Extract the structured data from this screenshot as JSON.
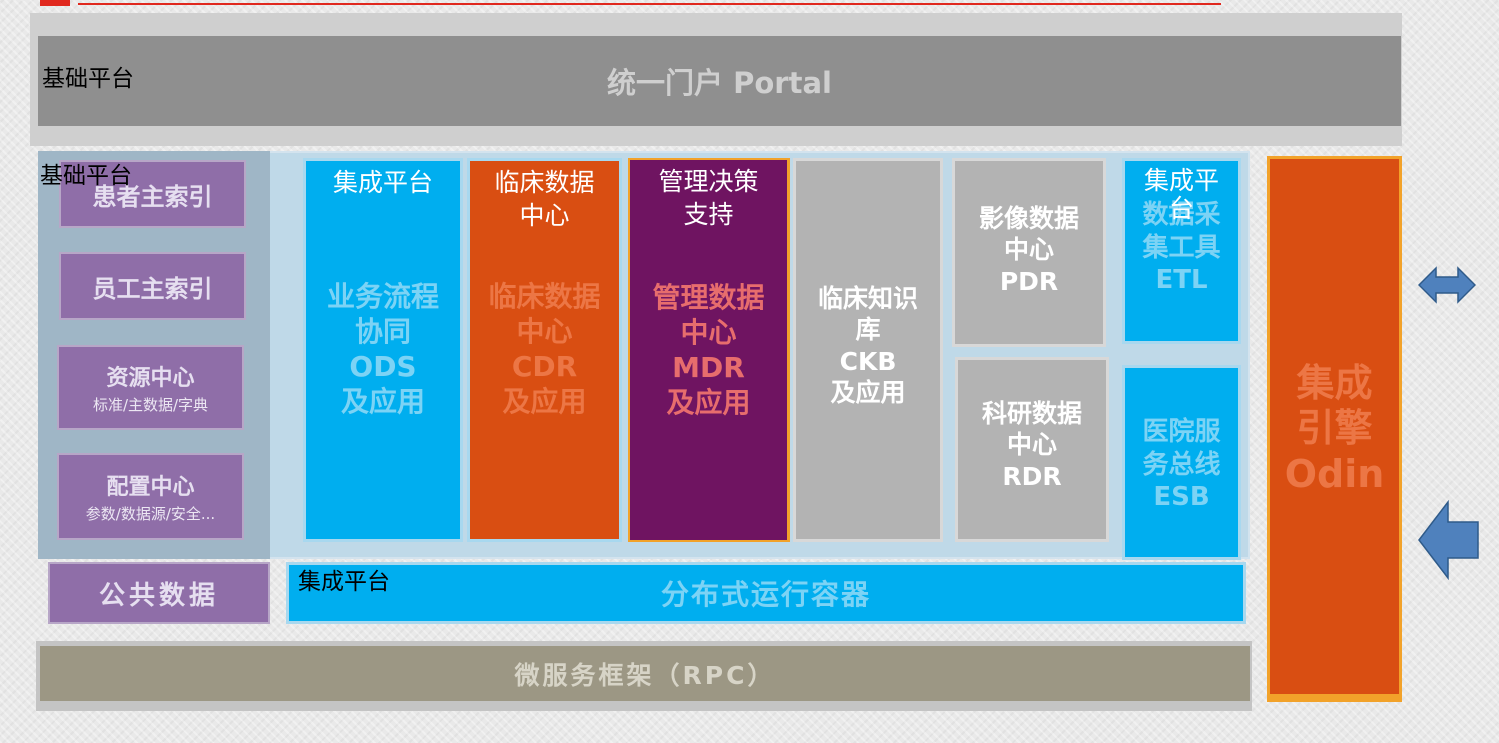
{
  "portal": {
    "title": "统一门户 Portal"
  },
  "tags": {
    "basic_platform_1": "基础平台",
    "basic_platform_2": "基础平台",
    "integration_platform_1": "集成平台",
    "integration_platform_2": "集成平台",
    "integration_platform_3": "集成平台"
  },
  "left_column": {
    "patient_index": "患者主索引",
    "staff_index": "员工主索引",
    "resource_center": {
      "title": "资源中心",
      "subtitle": "标准/主数据/字典"
    },
    "config_center": {
      "title": "配置中心",
      "subtitle": "参数/数据源/安全..."
    },
    "public_data": "公共数据"
  },
  "columns": {
    "ods": {
      "lines": [
        "业务流程",
        "协同",
        "ODS",
        "及应用"
      ]
    },
    "cdr": {
      "header": [
        "临床数据",
        "中心"
      ],
      "lines": [
        "临床数据",
        "中心",
        "CDR",
        "及应用"
      ]
    },
    "mdr": {
      "header": [
        "管理决策",
        "支持"
      ],
      "lines": [
        "管理数据",
        "中心",
        "MDR",
        "及应用"
      ]
    },
    "ckb": {
      "lines": [
        "临床知识",
        "库",
        "CKB",
        "及应用"
      ]
    },
    "pdr": {
      "lines": [
        "影像数据",
        "中心",
        "PDR"
      ]
    },
    "rdr": {
      "lines": [
        "科研数据",
        "中心",
        "RDR"
      ]
    },
    "etl": {
      "lines": [
        "数据采",
        "集工具",
        "ETL"
      ],
      "header": [
        "集成平",
        "台"
      ]
    },
    "esb": {
      "lines": [
        "医院服",
        "务总线",
        "ESB"
      ]
    }
  },
  "container": {
    "title": "分布式运行容器"
  },
  "rpc": {
    "title": "微服务框架（RPC）"
  },
  "engine": {
    "lines": [
      "集成",
      "引擎",
      "Odin"
    ]
  },
  "colors": {
    "blue": "#00aeef",
    "orange": "#d94e12",
    "purple": "#6f1461",
    "gray": "#b3b3b3",
    "lavender": "#8f6ea8",
    "olive": "#9c9784",
    "arrow": "#4f81bd"
  }
}
